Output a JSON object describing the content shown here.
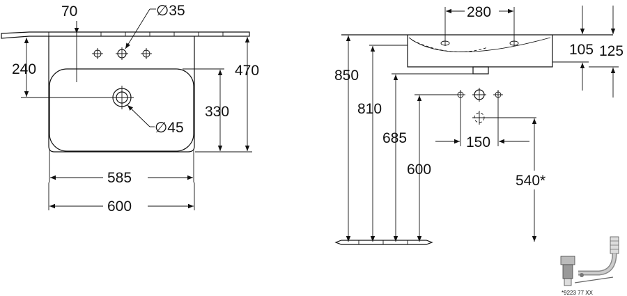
{
  "top_view": {
    "d_tap_hole_offset": "70",
    "d_tap_hole_diameter": "∅35",
    "d_tap_hole_depth": "240",
    "d_overall_depth": "470",
    "d_bowl_depth": "330",
    "d_drain_diameter": "∅45",
    "d_bowl_width": "585",
    "d_overall_width": "600"
  },
  "side_view": {
    "d_hole_spacing": "280",
    "d_rim_height": "105",
    "d_total_rim_height": "125",
    "d_overall_height": "850",
    "d_drain_height": "810",
    "d_supply_height": "685",
    "d_min_height": "600",
    "d_supply_spacing": "150",
    "d_waste_height": "540*"
  },
  "waste_fitting": {
    "caption": "*9223 77 XX"
  }
}
